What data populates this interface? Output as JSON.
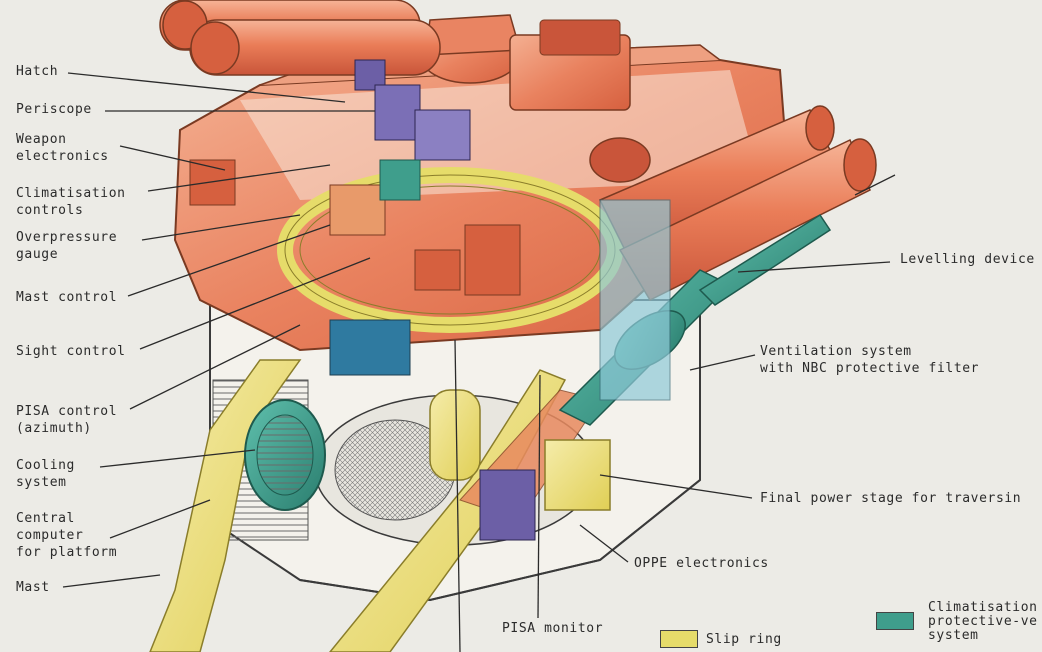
{
  "labels": {
    "hatch": "Hatch",
    "periscope": "Periscope",
    "weapon_electronics": "Weapon\nelectronics",
    "climatisation_controls": "Climatisation\ncontrols",
    "overpressure_gauge": "Overpressure\ngauge",
    "mast_control": "Mast control",
    "sight_control": "Sight control",
    "pisa_control": "PISA control\n(azimuth)",
    "cooling_system": "Cooling\nsystem",
    "central_computer": "Central\ncomputer\nfor platform",
    "mast": "Mast",
    "levelling_device": "Levelling device",
    "ventilation_system": "Ventilation system\nwith NBC protective filter",
    "final_power_stage": "Final power stage for traversin",
    "oppe_electronics": "OPPE electronics",
    "pisa_monitor": "PISA monitor"
  },
  "legend": {
    "slip_ring": "Slip ring",
    "climatisation_protective": "Climatisation\nprotective-ve\nsystem"
  },
  "colors": {
    "background": "#ecebe6",
    "hull_orange": "#e9825f",
    "hull_light": "#f2b79a",
    "slip_ring_yellow": "#e6dc6a",
    "climatisation_teal": "#3f9e8c",
    "electronics_purple": "#6c5fa6",
    "leader_line": "#2b2b2b"
  }
}
